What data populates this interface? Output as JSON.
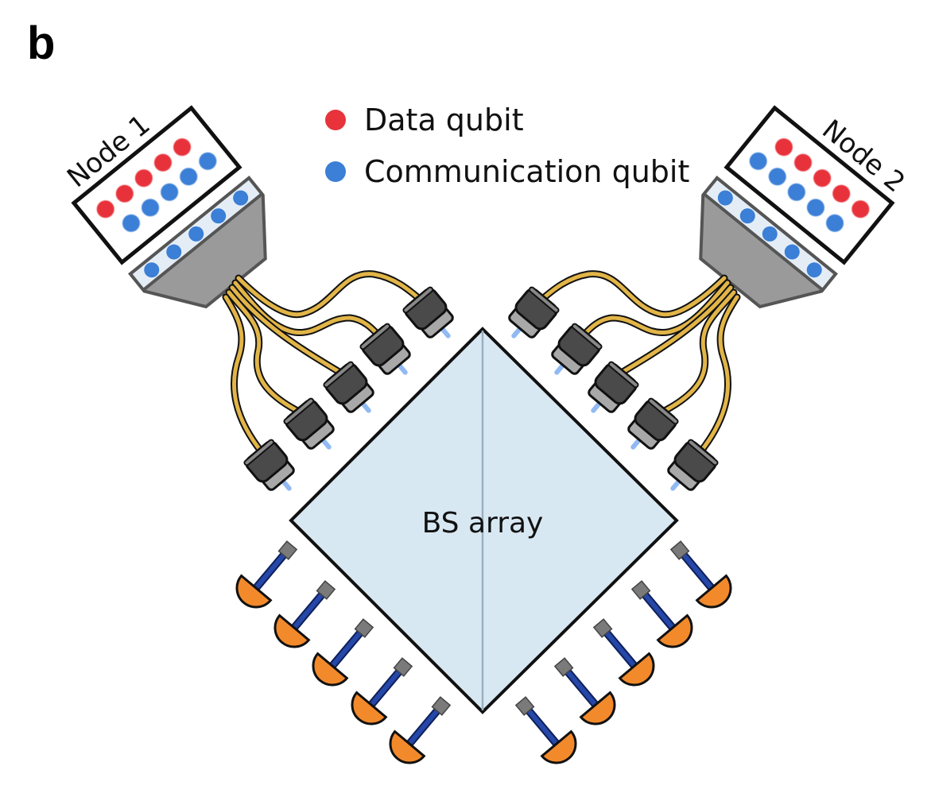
{
  "panel_label": "b",
  "legend": {
    "items": [
      {
        "label": "Data qubit",
        "color": "#e8333a"
      },
      {
        "label": "Communication qubit",
        "color": "#3b7fd6"
      }
    ]
  },
  "nodes": [
    {
      "label": "Node 1",
      "register_rows": [
        [
          "data",
          "data",
          "data",
          "data",
          "data"
        ],
        [
          "comm",
          "comm",
          "comm",
          "comm",
          "comm"
        ]
      ],
      "interface_qubits": 5,
      "fibers": 5,
      "detectors_side": "left"
    },
    {
      "label": "Node 2",
      "register_rows": [
        [
          "data",
          "data",
          "data",
          "data",
          "data"
        ],
        [
          "comm",
          "comm",
          "comm",
          "comm",
          "comm"
        ]
      ],
      "interface_qubits": 5,
      "fibers": 5,
      "detectors_side": "right"
    }
  ],
  "beam_splitter": {
    "label": "BS array"
  },
  "detectors_per_side": 5,
  "colors": {
    "data_qubit": "#e8333a",
    "comm_qubit": "#3b7fd6",
    "bs_fill": "#d8e8f3",
    "fiber": "#e2b548",
    "coupler": "#4a4a4a",
    "coupler_base": "#a8a8a8",
    "beam": "#7eaef0",
    "detector": "#f28a2c",
    "detector_stem": "#2547a8",
    "detector_cap": "#7a7a7a",
    "interface_body": "#9a9a9a",
    "interface_strip": "#e4edf6"
  }
}
